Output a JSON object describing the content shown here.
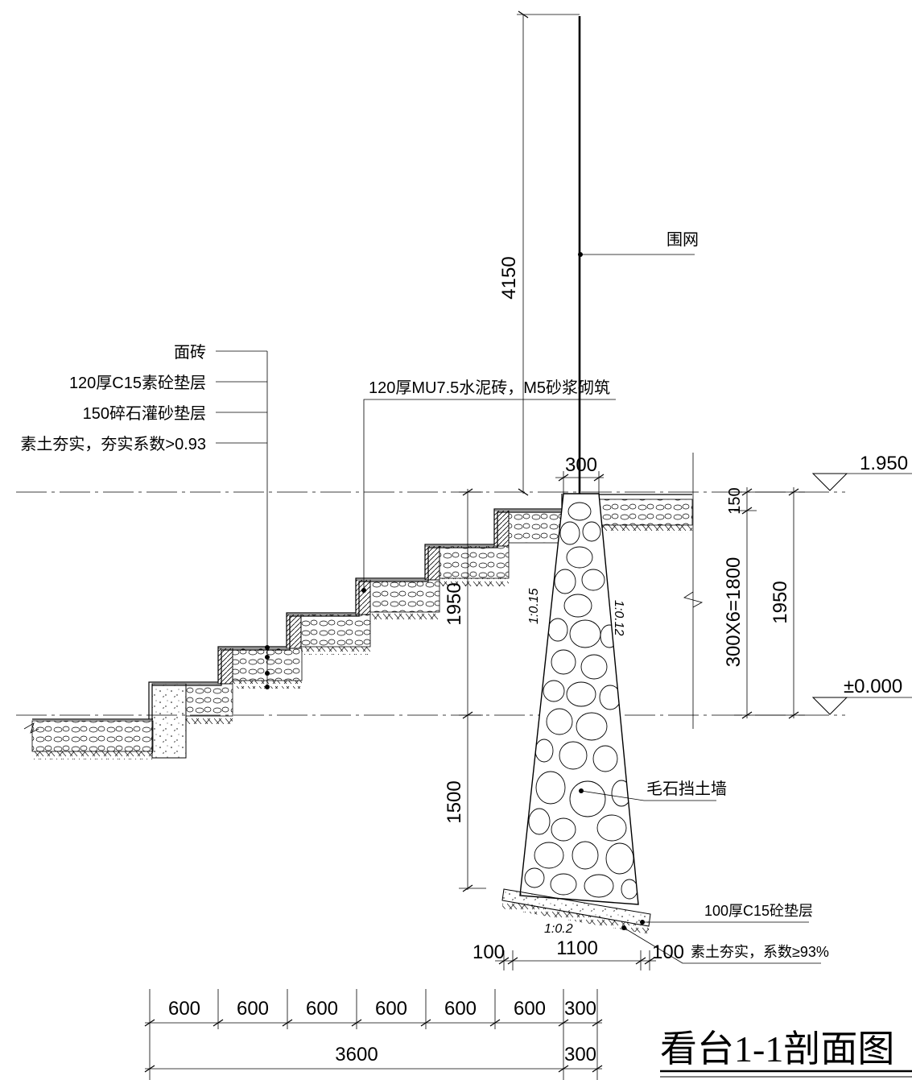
{
  "title": "看台1-1剖面图",
  "labels": {
    "fence": "围网",
    "tile": "面砖",
    "c15_cushion": "120厚C15素砼垫层",
    "gravel": "150碎石灌砂垫层",
    "soil": "素土夯实，夯实系数>0.93",
    "brick": "120厚MU7.5水泥砖，M5砂浆砌筑",
    "retaining_wall": "毛石挡土墙",
    "base_cushion": "100厚C15砼垫层",
    "base_soil": "素土夯实，系数≥93%"
  },
  "slopes": {
    "left": "1:0.15",
    "right": "1:0.12",
    "base": "1:0.2"
  },
  "elevations": {
    "top": "1.950",
    "ground": "±0.000"
  },
  "dimensions": {
    "fence_height": "4150",
    "wall_top": "300",
    "step_height_left": "1950",
    "footing_depth": "1500",
    "top_layer": "150",
    "steps_total": "300X6=1800",
    "total_right": "1950",
    "base_left": "100",
    "base_mid": "1100",
    "base_right": "100",
    "tread": [
      "600",
      "600",
      "600",
      "600",
      "600",
      "600"
    ],
    "wall_width": "300",
    "tread_total": "3600",
    "wall_width_2": "300"
  }
}
